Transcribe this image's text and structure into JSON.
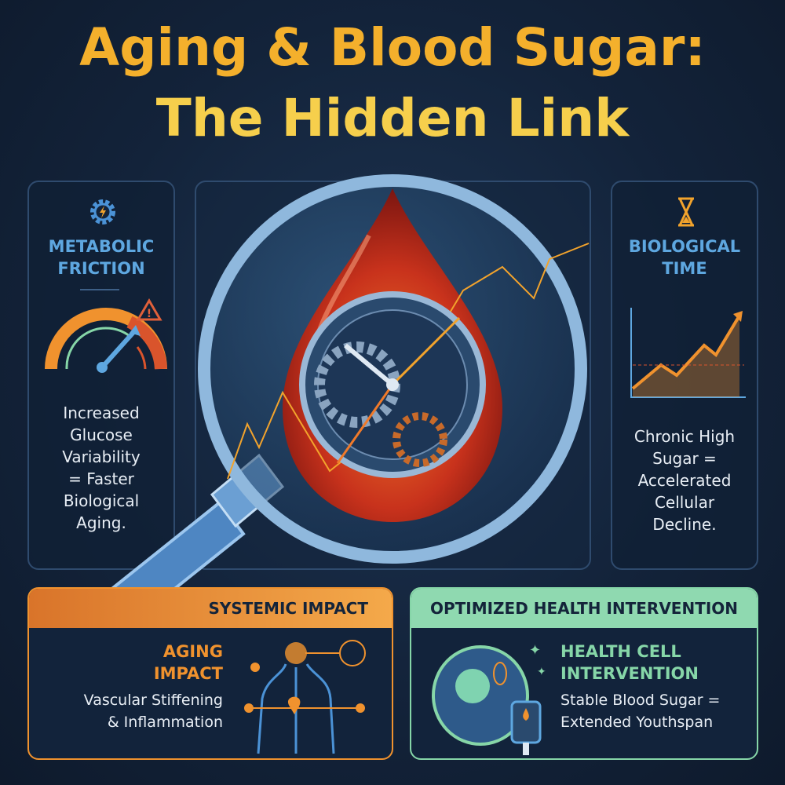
{
  "title": {
    "line1": "Aging & Blood Sugar:",
    "line2": "The Hidden Link"
  },
  "left_panel": {
    "icon": "gear-lightning-icon",
    "heading": [
      "METABOLIC",
      "FRICTION"
    ],
    "gauge_icon": "speedometer-gauge-icon",
    "warning_icon": "warning-triangle-icon",
    "text": [
      "Increased",
      "Glucose",
      "Variability",
      "= Faster",
      "Biological",
      "Aging."
    ]
  },
  "right_panel": {
    "icon": "hourglass-icon",
    "heading": [
      "BIOLOGICAL",
      "TIME"
    ],
    "chart_icon": "rising-trend-chart-icon",
    "text": [
      "Chronic High",
      "Sugar =",
      "Accelerated",
      "Cellular",
      "Decline."
    ]
  },
  "center": {
    "illustration": "magnifying-glass-over-blood-drop-with-clock-and-gears"
  },
  "bottom_left": {
    "header": "SYSTEMIC IMPACT",
    "heading": [
      "AGING",
      "IMPACT"
    ],
    "text": [
      "Vascular Stiffening",
      "& Inflammation"
    ],
    "icon": "human-body-circulation-icon",
    "accent": "#f0922e"
  },
  "bottom_right": {
    "header": "OPTIMIZED HEALTH INTERVENTION",
    "heading": [
      "HEALTH CELL",
      "INTERVENTION"
    ],
    "text": [
      "Stable Blood Sugar =",
      "Extended Youthspan"
    ],
    "icon": "cell-and-glucose-meter-icon",
    "accent": "#86d6a8"
  },
  "colors": {
    "title": "#f4b02c",
    "blue_heading": "#5ea7e0",
    "orange": "#f0922e",
    "green": "#86d6a8",
    "background": "#13233a"
  }
}
